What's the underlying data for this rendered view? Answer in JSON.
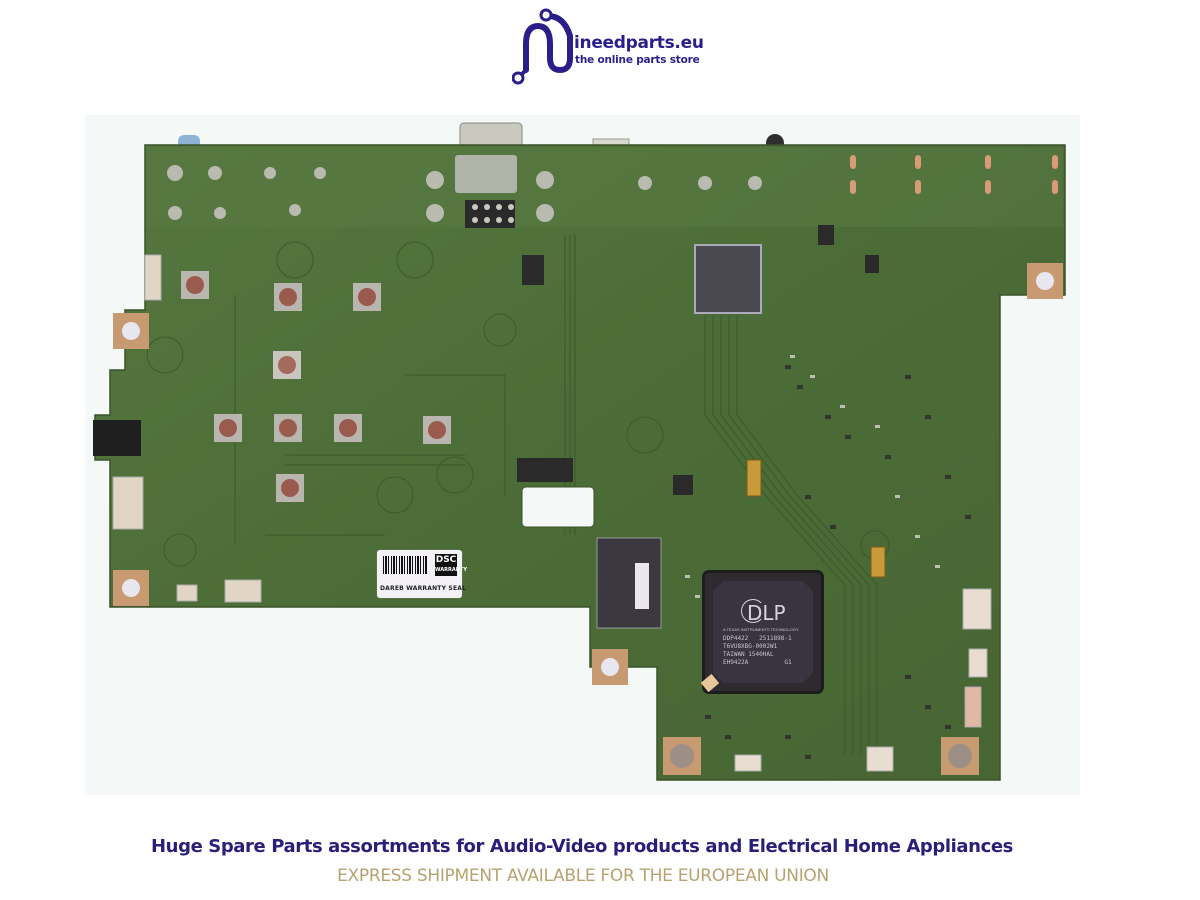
{
  "brand": {
    "name": "ineedparts.eu",
    "tagline": "the online parts store",
    "color": "#2a1f8a"
  },
  "product_photo": {
    "subject": "DLP projector main board (green PCB)",
    "warranty_seal": {
      "logo_top": "DSC",
      "logo_bottom": "WARRANTY",
      "text": "DAREB WARRANTY SEAL"
    },
    "dlp_chip": {
      "logo": "DLP",
      "maker_line": "A TEXAS INSTRUMENTS TECHNOLOGY",
      "marking": "DDP4422   2511898-1\nT6VU8XBG-0002W1\nTAIWAN 1540HAL\nEH9422A          G1"
    },
    "colors": {
      "pcb": "#4f6e3a",
      "pcb_dark": "#3f5c2f",
      "button_cap": "#9b5a4e",
      "background": "#f4f8f7"
    }
  },
  "captions": {
    "main": "Huge Spare Parts assortments for Audio-Video products and Electrical Home Appliances",
    "sub": "EXPRESS SHIPMENT AVAILABLE FOR THE EUROPEAN UNION",
    "main_color": "#2a1f78",
    "sub_color": "#b8a170"
  }
}
